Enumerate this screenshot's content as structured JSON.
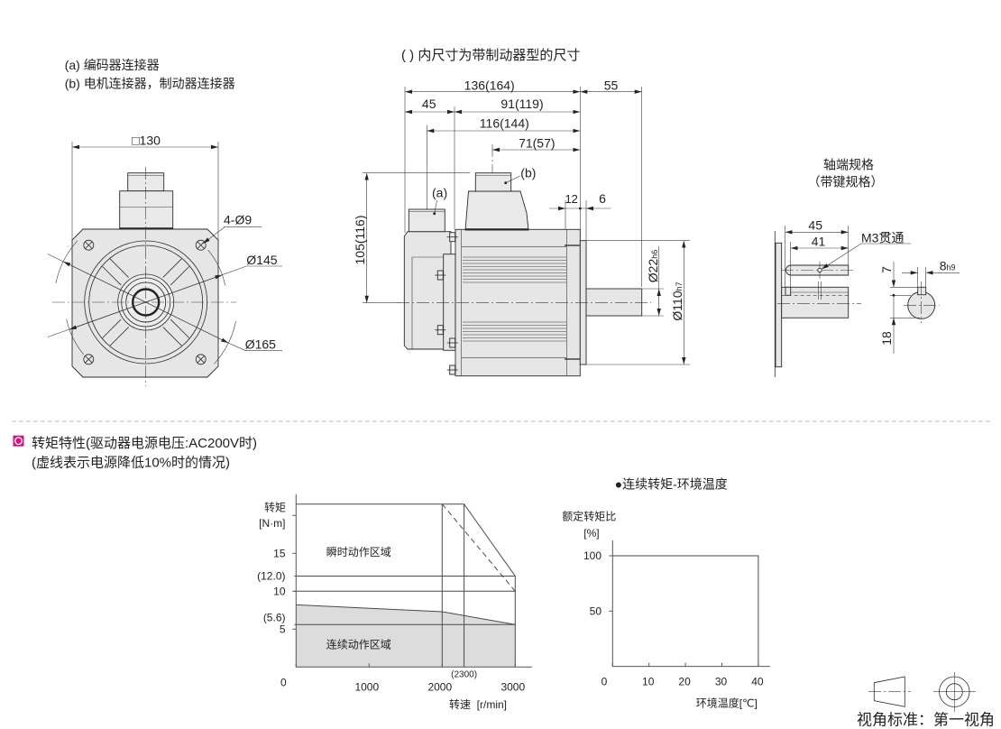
{
  "notes": {
    "connector_a": "(a) 编码器连接器",
    "connector_b": "(b) 电机连接器，制动器连接器",
    "brake_note": "( ) 内尺寸为带制动器型的尺寸"
  },
  "front_view": {
    "flange_size": "□130",
    "mount_holes": "4-Ø9",
    "pcd": "Ø145",
    "outer_diameter": "Ø165"
  },
  "side_view": {
    "overall_length": "136(164)",
    "shaft_length": "55",
    "encoder_length": "45",
    "body_length": "91(119)",
    "connector_a_position": "116(144)",
    "connector_b_position": "71(57)",
    "flange_thickness": "12",
    "spigot_length": "6",
    "height": "105(116)",
    "shaft_diameter": "Ø22",
    "shaft_tolerance": "h6",
    "spigot_diameter": "Ø110",
    "spigot_tolerance": "h7",
    "label_a": "(a)",
    "label_b": "(b)"
  },
  "shaft_end": {
    "title": "轴端规格",
    "subtitle": "（带键规格）",
    "dim_45": "45",
    "dim_41": "41",
    "tap": "M3贯通",
    "key_height": "7",
    "key_width": "8",
    "key_width_tolerance": "h9",
    "dim_18": "18"
  },
  "section": {
    "title": "转矩特性(驱动器电源电压:AC200V时)",
    "subtitle": "(虚线表示电源降低10%时的情况)"
  },
  "projection": {
    "label": "视角标准：第一视角"
  },
  "colors": {
    "accent": "#d4137d",
    "part_fill": "#e6e6e6",
    "region_fill": "#dcdcdc",
    "line": "#2a2a2a",
    "separator": "#bdbdbd"
  },
  "chart_data": [
    {
      "type": "area",
      "title": "",
      "ylabel": "转矩",
      "yunit": "[N·m]",
      "xlabel": "转速  [r/min]",
      "xlim": [
        0,
        3230
      ],
      "ylim": [
        0,
        22.8
      ],
      "grid": false,
      "x_ticks": [
        {
          "value": 0,
          "label": "0"
        },
        {
          "value": 1000,
          "label": "1000"
        },
        {
          "value": 2000,
          "label": "2000"
        },
        {
          "value": 3000,
          "label": "3000"
        }
      ],
      "y_ticks": [
        {
          "value": 5,
          "label": "5"
        },
        {
          "value": 10,
          "label": "10"
        },
        {
          "value": 15,
          "label": "15"
        },
        {
          "value": 20,
          "label": ""
        }
      ],
      "y_annotations": [
        {
          "value": 12.0,
          "label": "(12.0)"
        },
        {
          "value": 5.6,
          "label": "(5.6)"
        }
      ],
      "x_annotations": [
        {
          "value": 2300,
          "label": "(2300)"
        }
      ],
      "reference_lines": {
        "horizontal": [
          12.0,
          10,
          5.6
        ],
        "vertical": [
          2000,
          2300
        ]
      },
      "regions": [
        {
          "label": "瞬时动作区域"
        },
        {
          "label": "连续动作区域"
        }
      ],
      "series": [
        {
          "name": "瞬时动作区域",
          "style": "solid",
          "points": [
            [
              0,
              21.5
            ],
            [
              2300,
              21.5
            ],
            [
              3000,
              12.0
            ],
            [
              3000,
              0
            ]
          ]
        },
        {
          "name": "连续动作区域",
          "style": "solid",
          "fill": "#dcdcdc",
          "points": [
            [
              0,
              8.2
            ],
            [
              2000,
              7.3
            ],
            [
              3000,
              5.6
            ]
          ]
        },
        {
          "name": "电源降低10%",
          "style": "dashed",
          "points": [
            [
              2000,
              21.5
            ],
            [
              3000,
              10.0
            ]
          ]
        }
      ]
    },
    {
      "type": "line",
      "title": "●连续转矩-环境温度",
      "ylabel": "额定转矩比",
      "yunit": "[%]",
      "xlabel": "环境温度[℃]",
      "xlim": [
        0,
        43.2
      ],
      "ylim": [
        0,
        114
      ],
      "grid": false,
      "x_ticks": [
        {
          "value": 0,
          "label": "0"
        },
        {
          "value": 10,
          "label": "10"
        },
        {
          "value": 20,
          "label": "20"
        },
        {
          "value": 30,
          "label": "30"
        },
        {
          "value": 40,
          "label": "40"
        }
      ],
      "y_ticks": [
        {
          "value": 50,
          "label": "50"
        },
        {
          "value": 100,
          "label": "100"
        }
      ],
      "y_annotations": [],
      "x_annotations": [],
      "reference_lines": {
        "horizontal": [],
        "vertical": []
      },
      "series": [
        {
          "name": "额定转矩比",
          "style": "solid",
          "points": [
            [
              0,
              100
            ],
            [
              40,
              100
            ],
            [
              40,
              0
            ]
          ]
        }
      ]
    }
  ]
}
